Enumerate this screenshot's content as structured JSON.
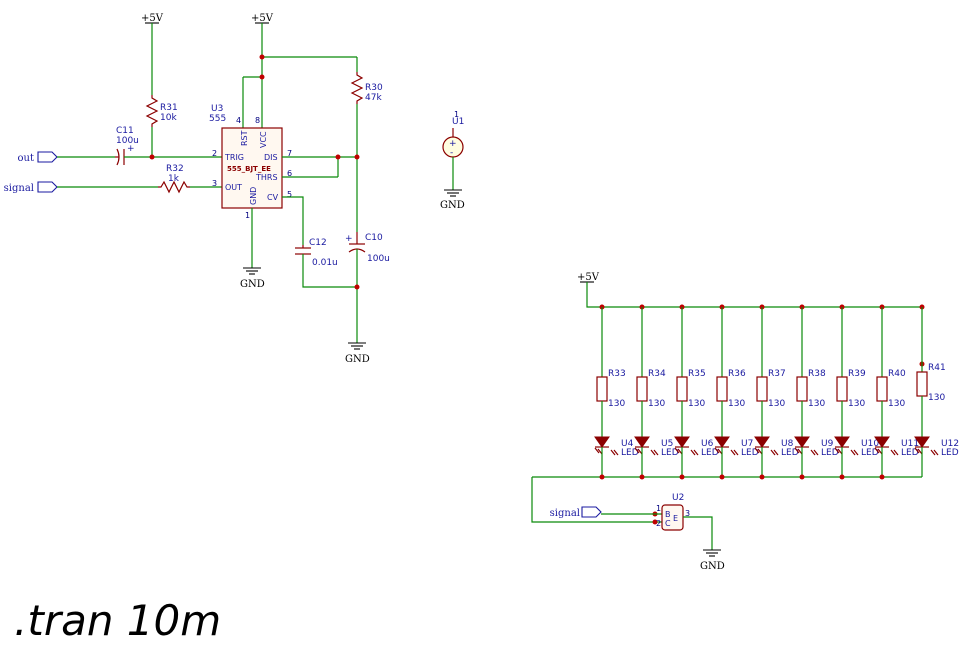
{
  "power": {
    "vcc_label": "+5V",
    "gnd_label": "GND"
  },
  "nets": {
    "out": "out",
    "signal": "signal"
  },
  "timer": {
    "ref": "U3",
    "value": "555",
    "model": "555_BJT_EE",
    "pins": {
      "rst": "RST",
      "vcc": "VCC",
      "trig": "TRIG",
      "dis": "DIS",
      "out": "OUT",
      "thrs": "THRS",
      "gnd": "GND",
      "cv": "CV"
    },
    "pin_numbers": {
      "rst": "4",
      "vcc": "8",
      "trig": "2",
      "dis": "7",
      "out": "3",
      "thrs": "6",
      "gnd": "1",
      "cv": "5"
    }
  },
  "components": {
    "R30": {
      "ref": "R30",
      "value": "47k"
    },
    "R31": {
      "ref": "R31",
      "value": "10k"
    },
    "R32": {
      "ref": "R32",
      "value": "1k"
    },
    "C10": {
      "ref": "C10",
      "value": "100u"
    },
    "C11": {
      "ref": "C11",
      "value": "100u"
    },
    "C12": {
      "ref": "C12",
      "value": "0.01u"
    },
    "U1": {
      "ref": "U1",
      "pin": "1"
    },
    "U2": {
      "ref": "U2",
      "b": "B",
      "c": "C",
      "e": "E",
      "pin_b": "1",
      "pin_c": "2",
      "pin_e": "3"
    }
  },
  "led_bank": {
    "resistors": [
      {
        "ref": "R33",
        "value": "130"
      },
      {
        "ref": "R34",
        "value": "130"
      },
      {
        "ref": "R35",
        "value": "130"
      },
      {
        "ref": "R36",
        "value": "130"
      },
      {
        "ref": "R37",
        "value": "130"
      },
      {
        "ref": "R38",
        "value": "130"
      },
      {
        "ref": "R39",
        "value": "130"
      },
      {
        "ref": "R40",
        "value": "130"
      },
      {
        "ref": "R41",
        "value": "130"
      }
    ],
    "leds": [
      {
        "ref": "U4",
        "value": "LED"
      },
      {
        "ref": "U5",
        "value": "LED"
      },
      {
        "ref": "U6",
        "value": "LED"
      },
      {
        "ref": "U7",
        "value": "LED"
      },
      {
        "ref": "U8",
        "value": "LED"
      },
      {
        "ref": "U9",
        "value": "LED"
      },
      {
        "ref": "U10",
        "value": "LED"
      },
      {
        "ref": "U11",
        "value": "LED"
      },
      {
        "ref": "U12",
        "value": "LED"
      }
    ]
  },
  "directive": ".tran 10m"
}
